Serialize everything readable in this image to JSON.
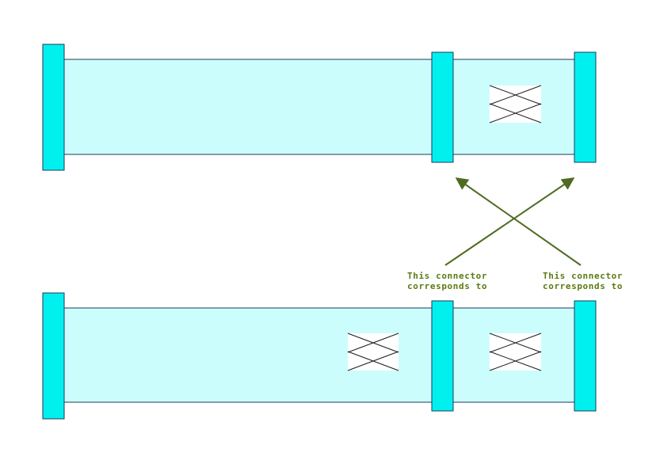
{
  "colors": {
    "connector": "#00f0f0",
    "cable": "#ccfdfd",
    "outline": "#1e3a5a",
    "arrow": "#4f6b22",
    "caption": "#5b7a12"
  },
  "captions": [
    {
      "line1": "This connector",
      "line2": "corresponds to"
    },
    {
      "line1": "This connector",
      "line2": "corresponds to"
    }
  ],
  "icons": {
    "twist": "crossed-wires-icon",
    "arrow": "arrow-head-icon"
  }
}
